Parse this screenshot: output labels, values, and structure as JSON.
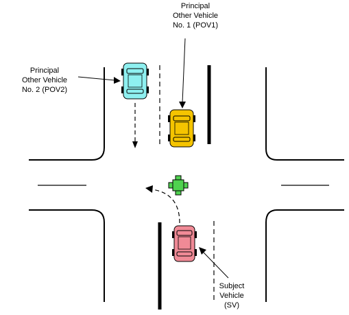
{
  "labels": {
    "pov1": [
      "Principal",
      "Other Vehicle",
      "No. 1 (POV1)"
    ],
    "pov2": [
      "Principal",
      "Other Vehicle",
      "No. 2 (POV2)"
    ],
    "sv": [
      "Subject",
      "Vehicle",
      "(SV)"
    ]
  },
  "colors": {
    "pov1_body": "#f5c400",
    "pov2_body": "#8ef0f0",
    "sv_body": "#f08a96",
    "signal": "#4fd24f",
    "road_line": "#000000"
  },
  "icons": {
    "pov1": "car-icon",
    "pov2": "car-icon",
    "sv": "car-icon",
    "signal": "traffic-signal-icon"
  }
}
